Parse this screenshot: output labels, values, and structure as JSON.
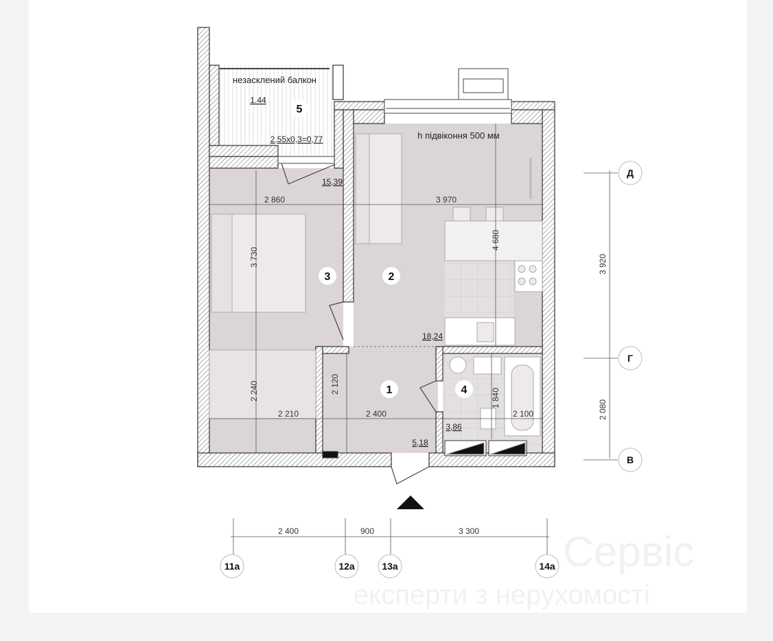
{
  "plan": {
    "balcony_label": "незасклений балкон",
    "window_sill_note": "h підвіконня 500 мм",
    "rooms": [
      {
        "number": "1",
        "area": "5,18"
      },
      {
        "number": "2",
        "area": "18,24"
      },
      {
        "number": "3",
        "area": "15,39"
      },
      {
        "number": "4",
        "area": "3,86"
      },
      {
        "number": "5",
        "area": "1.44",
        "area_calc": "2,55x0,3=0,77"
      }
    ],
    "dimensions": {
      "d2860": "2 860",
      "d3970": "3 970",
      "d3730": "3 730",
      "d4680": "4 680",
      "d2240": "2 240",
      "d2120": "2 120",
      "d1840": "1 840",
      "d2210": "2 210",
      "d2400": "2 400",
      "d2100": "2 100"
    },
    "right_axis": {
      "labels": [
        "Д",
        "Г",
        "В"
      ],
      "dims": [
        "3 920",
        "2 080"
      ]
    },
    "bottom_axis": {
      "labels": [
        "11а",
        "12а",
        "13а",
        "14а"
      ],
      "dims": [
        "2 400",
        "900",
        "3 300"
      ]
    }
  },
  "watermark": {
    "line1": "Сервіс",
    "line2": "експерти з нерухомості"
  }
}
